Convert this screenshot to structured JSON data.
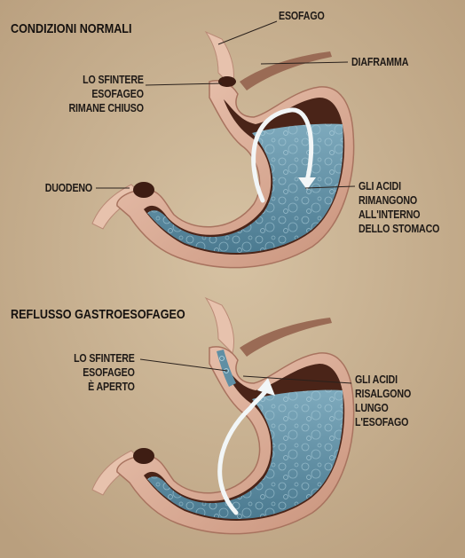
{
  "panels": [
    {
      "title": "CONDIZIONI NORMALI",
      "labels": {
        "esofago": "ESOFAGO",
        "diaframma": "DIAFRAMMA",
        "sfintere": [
          "LO SFINTERE",
          "ESOFAGEO",
          "RIMANE CHIUSO"
        ],
        "duodeno": "DUODENO",
        "acidi": [
          "GLI ACIDI",
          "RIMANGONO",
          "ALL'INTERNO",
          "DELLO STOMACO"
        ]
      }
    },
    {
      "title": "REFLUSSO GASTROESOFAGEO",
      "labels": {
        "sfintere": [
          "LO SFINTERE",
          "ESOFAGEO",
          "È APERTO"
        ],
        "acidi": [
          "GLI ACIDI",
          "RISALGONO",
          "LUNGO",
          "L'ESOFAGO"
        ]
      }
    }
  ],
  "colors": {
    "background": "#c9b394",
    "stomach_wall": "#e2b49e",
    "stomach_lining": "#8a5340",
    "acid": "#5f8fa4",
    "air": "#4a2418",
    "arrow": "#f2f6f7",
    "leader_line": "#2a211c"
  }
}
